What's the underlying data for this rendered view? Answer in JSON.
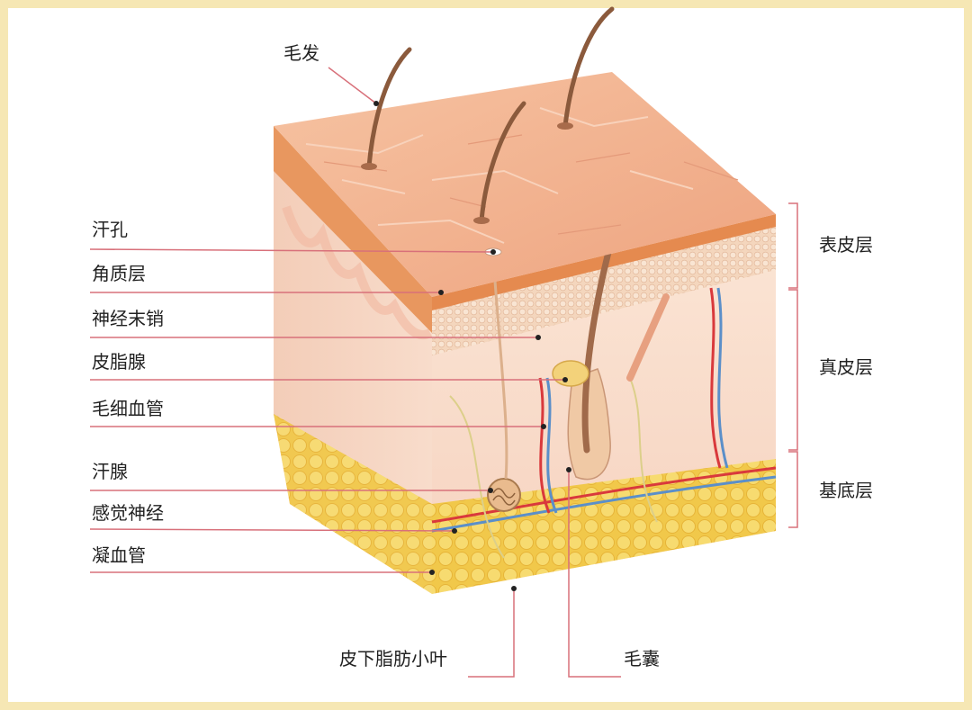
{
  "labels": {
    "hair": "毛发",
    "sweat_pore": "汗孔",
    "stratum_corneum": "角质层",
    "nerve_ending": "神经末销",
    "sebaceous_gland": "皮脂腺",
    "capillary": "毛细血管",
    "sweat_gland": "汗腺",
    "sensory_nerve": "感觉神经",
    "blood_vessel": "凝血管",
    "fat_lobule": "皮下脂肪小叶",
    "hair_follicle": "毛囊"
  },
  "layers": {
    "epidermis": "表皮层",
    "dermis": "真皮层",
    "hypodermis": "基底层"
  },
  "colors": {
    "frame": "#f6e7b4",
    "leader_line": "#d8707a",
    "skin_top": "#f2b38f",
    "fat": "#f4d35a",
    "artery": "#d9393c",
    "vein": "#5b8fc9"
  }
}
